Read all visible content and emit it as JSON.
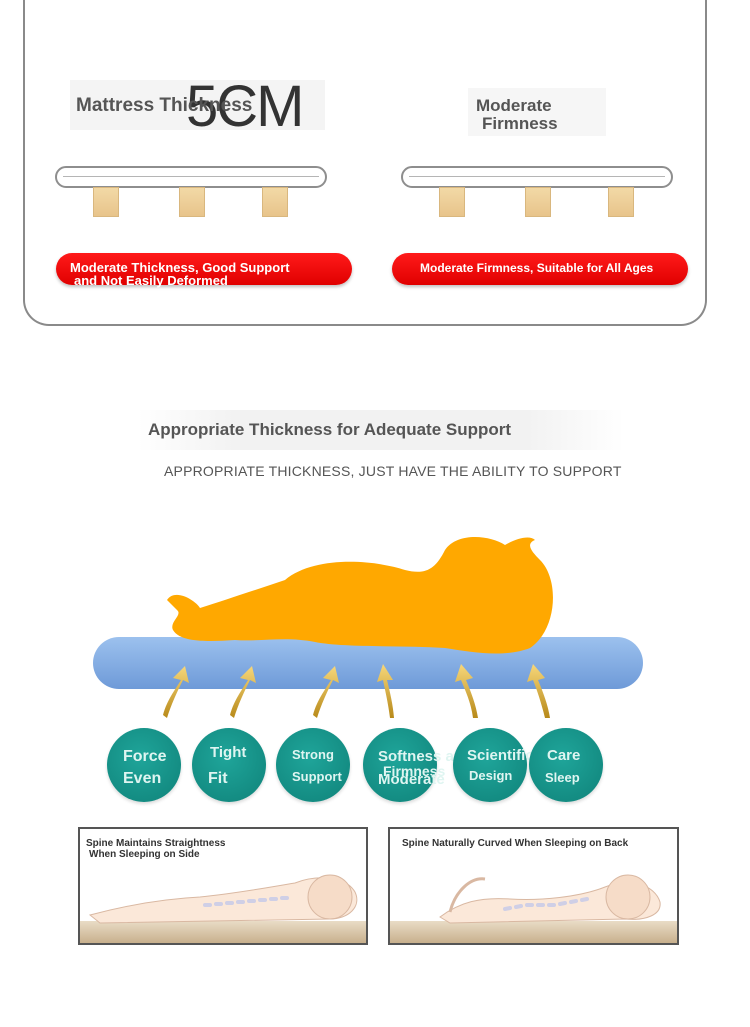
{
  "left_panel": {
    "title": "Mattress Thickness",
    "big_label": "5CM",
    "pill_text_line1": "Moderate Thickness, Good Support",
    "pill_text_line2": "and Not Easily Deformed"
  },
  "right_panel": {
    "title_line1": "Moderate",
    "title_line2": "Firmness",
    "pill_text": "Moderate Firmness, Suitable for All Ages"
  },
  "section": {
    "title": "Appropriate Thickness for Adequate Support",
    "subtitle": "APPROPRIATE THICKNESS, JUST HAVE THE ABILITY TO SUPPORT"
  },
  "features": [
    {
      "line1": "Force",
      "line2": "Even"
    },
    {
      "line1": "Tight",
      "line2": "Fit"
    },
    {
      "line1": "Strong",
      "line2": "Support"
    },
    {
      "line1": "Softness and",
      "line2": "Firmness",
      "line3": "Moderate"
    },
    {
      "line1": "Scientific",
      "line2": "Design"
    },
    {
      "line1": "Care",
      "line2": "Sleep"
    }
  ],
  "bottom": {
    "side_title_line1": "Spine Maintains Straightness",
    "side_title_line2": "When Sleeping on Side",
    "back_title": "Spine Naturally Curved When Sleeping on Back"
  },
  "colors": {
    "pill_red": "#ff0000",
    "teal": "#13918a",
    "baby_orange": "#ffa800",
    "mattress_blue": "#7aa6e0"
  }
}
